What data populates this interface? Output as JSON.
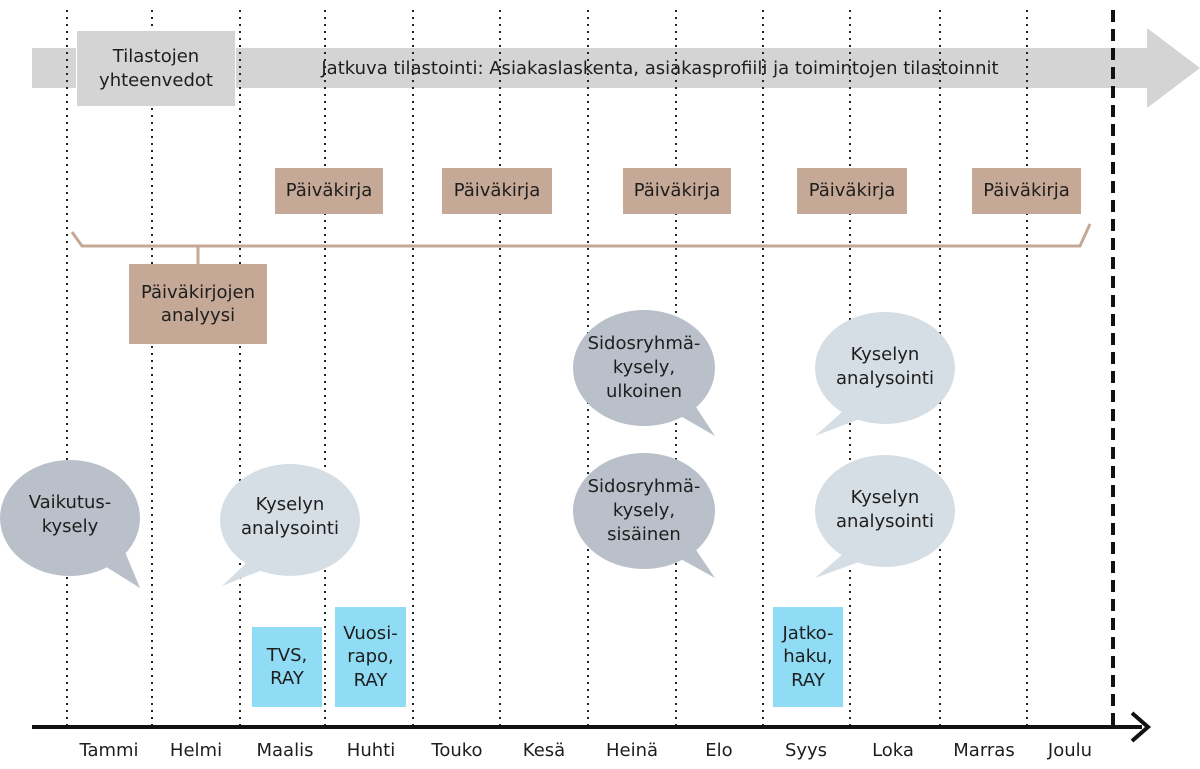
{
  "continuous_arrow": {
    "label": "Jatkuva tilastointi: Asiakaslaskenta, asiakasprofiili ja toimintojen tilastoinnit"
  },
  "summary_box": {
    "label": "Tilastojen\nyhteenvedot"
  },
  "diaries": [
    "Päiväkirja",
    "Päiväkirja",
    "Päiväkirja",
    "Päiväkirja",
    "Päiväkirja"
  ],
  "diary_analysis": {
    "label": "Päiväkirjojen\nanalyysi"
  },
  "bubbles": {
    "vaikutuskysely": "Vaikutus-\nkysely",
    "kyselyn_analysointi_maalis": "Kyselyn\nanalysointi",
    "sidosryhma_ulkoinen": "Sidosryhmä-\nkysely,\nulkoinen",
    "sidosryhma_sisainen": "Sidosryhmä-\nkysely,\nsisäinen",
    "kyselyn_analysointi_syys_1": "Kyselyn\nanalysointi",
    "kyselyn_analysointi_syys_2": "Kyselyn\nanalysointi"
  },
  "reports": {
    "tvs_ray": "TVS,\nRAY",
    "vuosirapo_ray": "Vuosi-\nrapo,\nRAY",
    "jatkohaku_ray": "Jatko-\nhaku,\nRAY"
  },
  "months": [
    "Tammi",
    "Helmi",
    "Maalis",
    "Huhti",
    "Touko",
    "Kesä",
    "Heinä",
    "Elo",
    "Syys",
    "Loka",
    "Marras",
    "Joulu"
  ],
  "colors": {
    "diary": "#c6a896",
    "bubble_dark": "#b9c0c9",
    "bubble_light": "#d5dde5",
    "report": "#8fdcf4",
    "arrow": "#d4d4d4"
  }
}
